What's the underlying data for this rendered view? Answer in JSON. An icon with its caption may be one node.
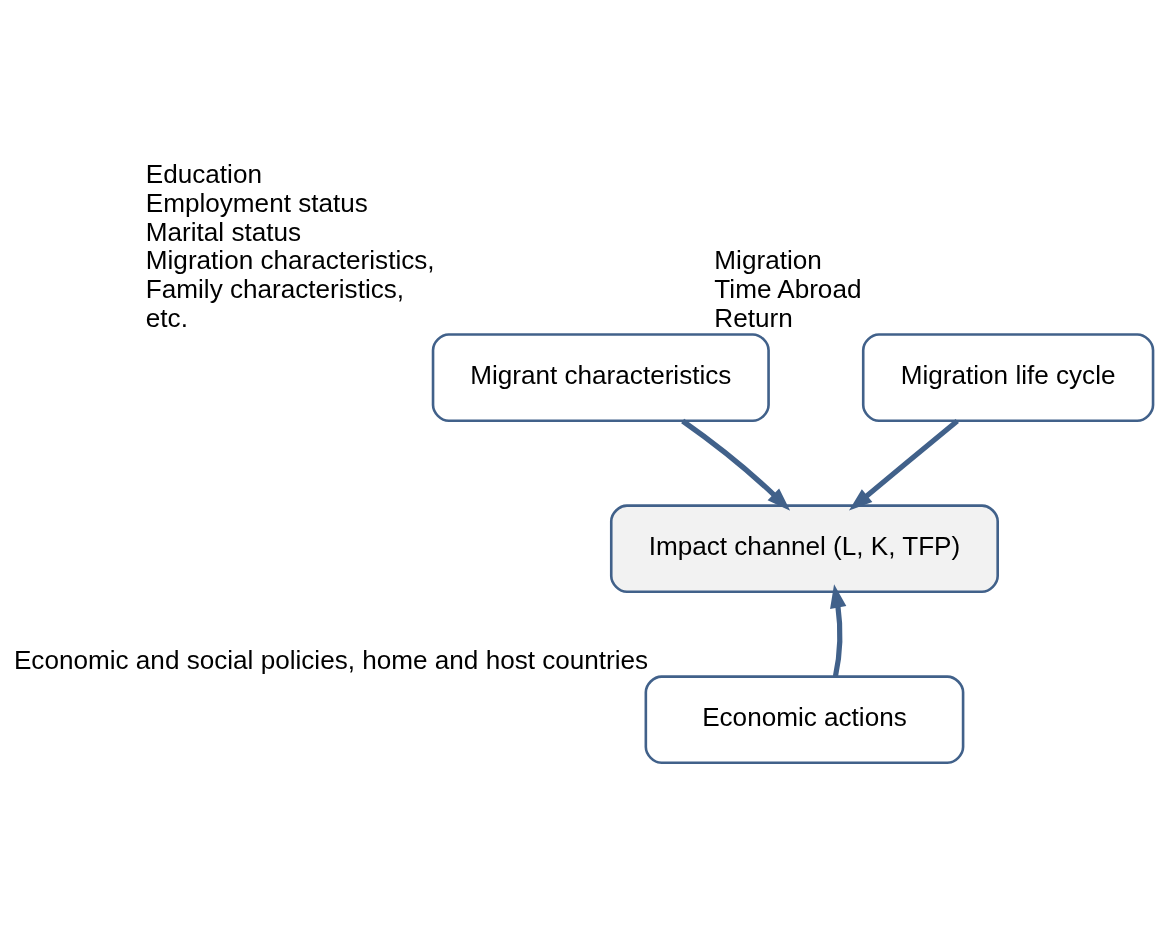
{
  "diagram": {
    "nodes": [
      {
        "text": [
          "Migrant characteristics"
        ],
        "beside": [
          "Education",
          "Employment status",
          "Marital status",
          "Migration characteristics,",
          "Family characteristics,",
          "etc."
        ]
      },
      {
        "text": [
          "Migration life cycle"
        ],
        "beside": [
          "Migration",
          "Time Abroad",
          "Return"
        ]
      },
      {
        "text": [
          "Impact channel (L, K, TFP)"
        ]
      },
      {
        "text": [
          "Economic actions"
        ],
        "beside": [
          "Economic and social policies, home and host countries"
        ]
      }
    ],
    "edges": [
      {
        "from": 0,
        "to": 2,
        "arrow": "to"
      },
      {
        "from": 1,
        "to": 2,
        "arrow": "to"
      },
      {
        "from": 3,
        "to": 2,
        "arrow": "to"
      }
    ]
  }
}
